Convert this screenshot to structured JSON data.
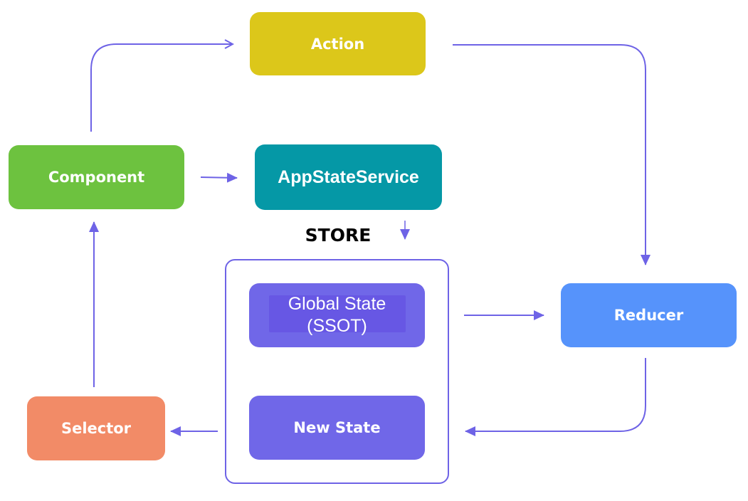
{
  "diagram": {
    "store_label": "STORE",
    "nodes": {
      "action": {
        "label": "Action",
        "color": "#dcc71a"
      },
      "component": {
        "label": "Component",
        "color": "#6dc23f"
      },
      "appstateservice": {
        "label": "AppStateService",
        "color": "#0598a6"
      },
      "global_state": {
        "line1": "Global State",
        "line2": "(SSOT)",
        "color": "#7067e8"
      },
      "reducer": {
        "label": "Reducer",
        "color": "#5693fb"
      },
      "new_state": {
        "label": "New State",
        "color": "#7067e8"
      },
      "selector": {
        "label": "Selector",
        "color": "#f28b67"
      }
    },
    "arrow_color": "#6e63e6"
  }
}
